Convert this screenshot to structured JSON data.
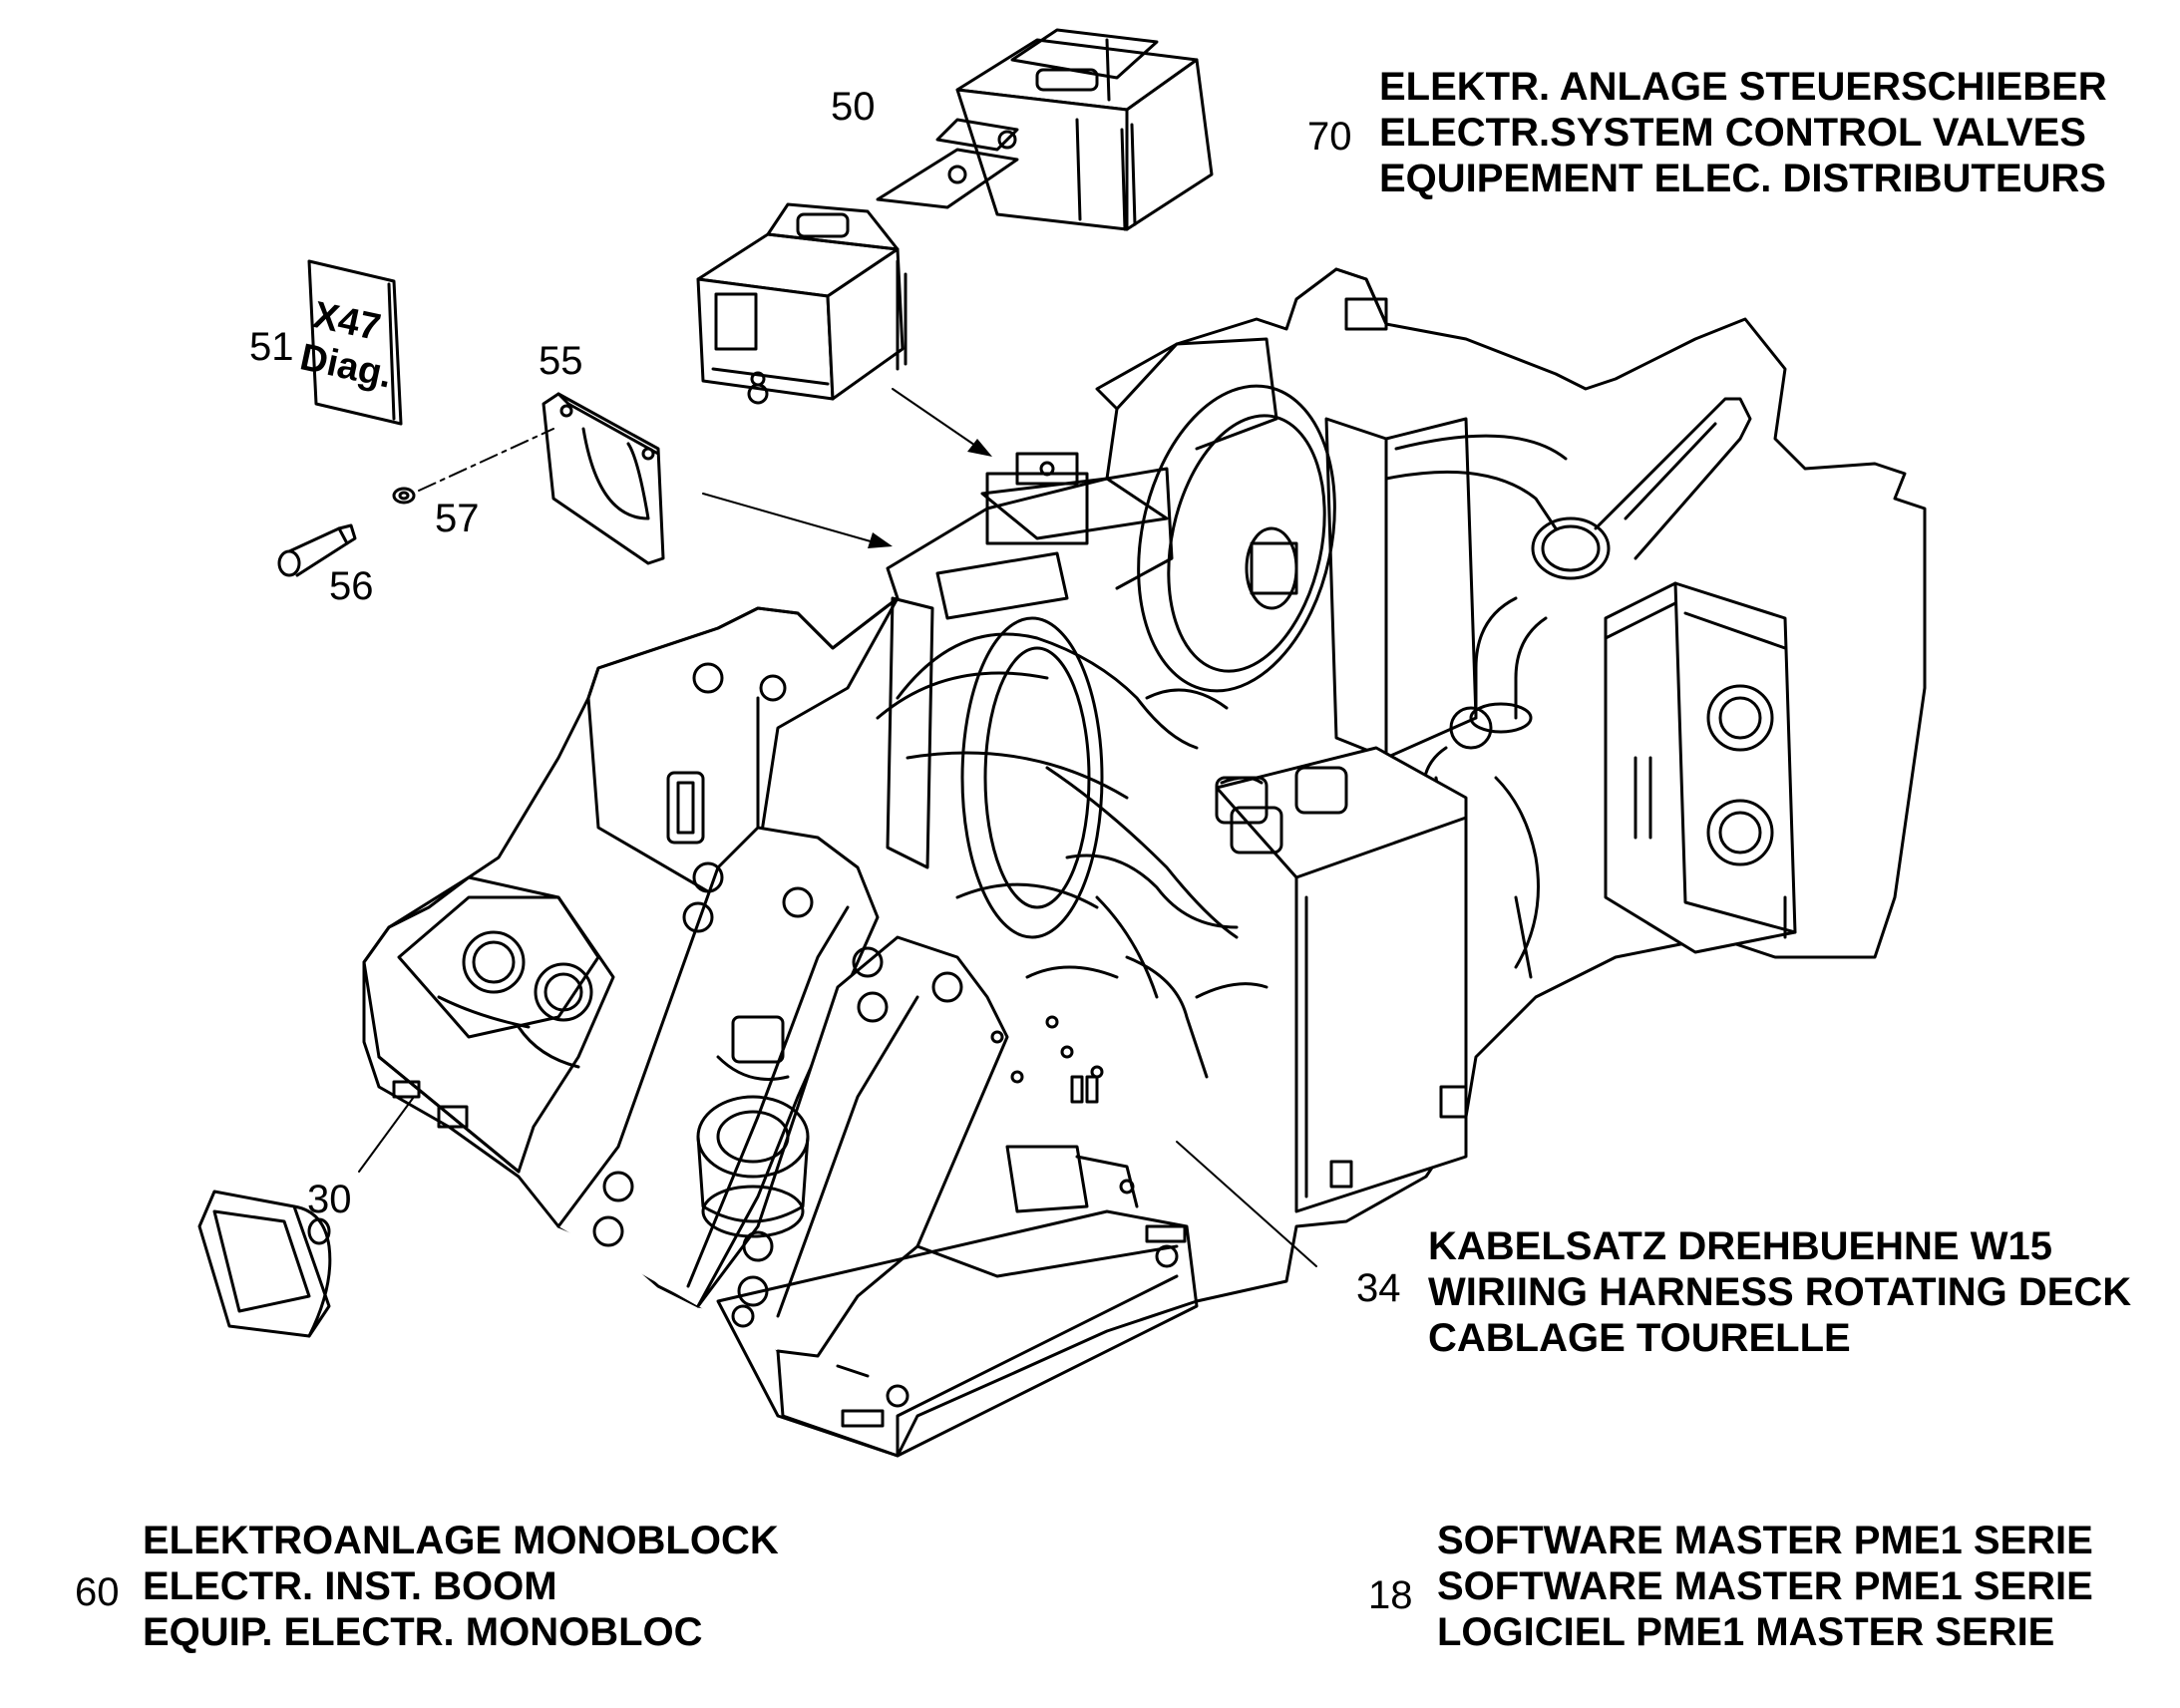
{
  "callouts": {
    "c18": "18",
    "c30": "30",
    "c34": "34",
    "c50": "50",
    "c51": "51",
    "c55": "55",
    "c56": "56",
    "c57": "57",
    "c60": "60",
    "c70": "70"
  },
  "descriptions": {
    "d70": [
      "ELEKTR. ANLAGE STEUERSCHIEBER",
      "ELECTR.SYSTEM CONTROL VALVES",
      "EQUIPEMENT ELEC. DISTRIBUTEURS"
    ],
    "d34": [
      "KABELSATZ DREHBUEHNE W15",
      "WIRIING HARNESS ROTATING DECK",
      "CABLAGE TOURELLE"
    ],
    "d60": [
      "ELEKTROANLAGE MONOBLOCK",
      "ELECTR. INST. BOOM",
      "EQUIP. ELECTR. MONOBLOC"
    ],
    "d18": [
      "SOFTWARE MASTER PME1 SERIE",
      "SOFTWARE MASTER PME1 SERIE",
      "LOGICIEL PME1 MASTER SERIE"
    ]
  },
  "label_plate": {
    "line1": "X47",
    "line2": "Diag."
  }
}
